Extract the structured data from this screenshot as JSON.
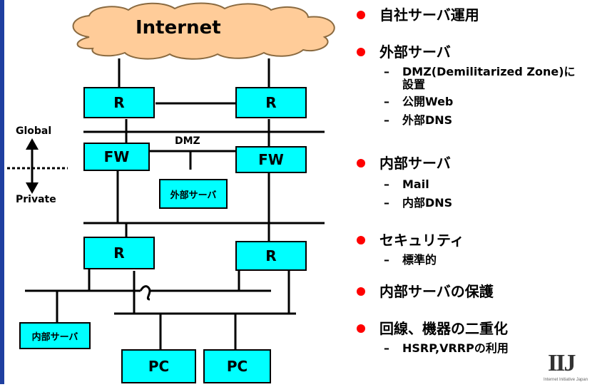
{
  "colors": {
    "box_fill": "#00ffff",
    "bullet": "#ff0000",
    "cloud": "#ffcc99",
    "leftbar": "#1f3fa0",
    "line": "#000000"
  },
  "diagram": {
    "cloud_label": "Internet",
    "router_label": "R",
    "firewall_label": "FW",
    "pc_label": "PC",
    "dmz_label": "DMZ",
    "global_label": "Global",
    "private_label": "Private",
    "external_server_label": "外部サーバ",
    "internal_server_label": "内部サーバ"
  },
  "bullets": [
    {
      "text": "自社サーバ運用",
      "subs": []
    },
    {
      "text": "外部サーバ",
      "subs": [
        "DMZ(Demilitarized Zone)に",
        "設置",
        "公開Web",
        "外部DNS"
      ]
    },
    {
      "text": "内部サーバ",
      "subs": [
        "Mail",
        "内部DNS"
      ]
    },
    {
      "text": "セキュリティ",
      "subs": [
        "標準的"
      ]
    },
    {
      "text": "内部サーバの保護",
      "subs": []
    },
    {
      "text": "回線、機器の二重化",
      "subs": [
        "HSRP,VRRPの利用"
      ]
    }
  ],
  "logo": {
    "letters": "IIJ",
    "tagline": "Internet Initiative Japan"
  }
}
